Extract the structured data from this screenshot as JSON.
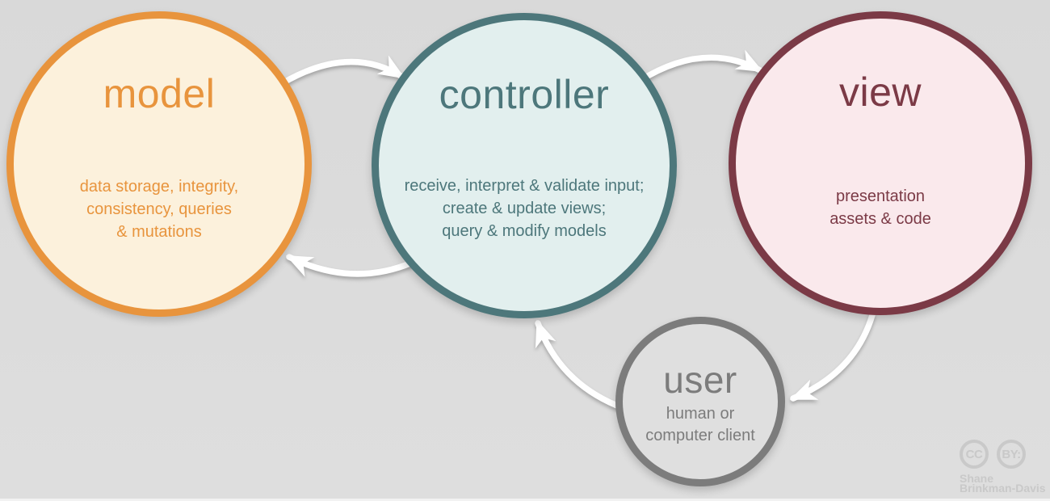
{
  "background_color": "#dbdbdb",
  "nodes": {
    "model": {
      "title": "model",
      "desc_lines": [
        "data storage, integrity,",
        "consistency, queries",
        "& mutations"
      ],
      "border_color": "#e8943d",
      "fill_color": "#fcf1dc",
      "text_color": "#e8943d"
    },
    "controller": {
      "title": "controller",
      "desc_lines": [
        "receive, interpret & validate input;",
        "create & update views;",
        "query & modify models"
      ],
      "border_color": "#4d777b",
      "fill_color": "#e2efee",
      "text_color": "#4d777b"
    },
    "view": {
      "title": "view",
      "desc_lines": [
        "presentation",
        "assets & code"
      ],
      "border_color": "#7b3a46",
      "fill_color": "#fae9ec",
      "text_color": "#7b3a46"
    },
    "user": {
      "title": "user",
      "desc_lines": [
        "human or",
        "computer client"
      ],
      "border_color": "#7c7c7c",
      "fill_color": "#dfdfdf",
      "text_color": "#7c7c7c"
    }
  },
  "arrows": {
    "color": "#ffffff",
    "connections": [
      {
        "from": "model",
        "to": "controller"
      },
      {
        "from": "controller",
        "to": "view"
      },
      {
        "from": "controller",
        "to": "model"
      },
      {
        "from": "view",
        "to": "user"
      },
      {
        "from": "user",
        "to": "controller"
      }
    ]
  },
  "attribution": {
    "badge_cc": "CC",
    "badge_by": "BY:",
    "name_lines": [
      "Shane",
      "Brinkman-Davis"
    ],
    "color": "#c9c9c9"
  }
}
